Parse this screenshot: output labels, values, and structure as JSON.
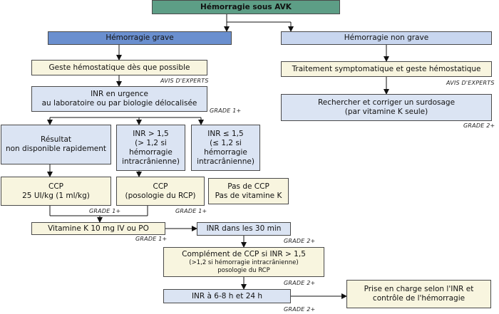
{
  "boxes": {
    "main": "Hémorragie sous AVK",
    "grave": "Hémorragie grave",
    "non_grave": "Hémorragie non grave",
    "geste": "Geste hémostatique dès que possible",
    "inr_urgence": [
      "INR en urgence",
      "au laboratoire ou par biologie délocalisée"
    ],
    "traitement": "Traitement symptomatique et geste hémostatique",
    "rechercher": [
      "Rechercher et corriger un surdosage",
      "(par vitamine K seule)"
    ],
    "resultat": [
      "Résultat",
      "non disponible rapidement"
    ],
    "inr_sup": [
      "INR > 1,5",
      "(> 1,2 si",
      "hémorragie",
      "intracrânienne)"
    ],
    "inr_inf": [
      "INR ≤ 1,5",
      "(≤ 1,2 si",
      "hémorragie",
      "intracrânienne)"
    ],
    "ccp1": [
      "CCP",
      "25 UI/kg (1 ml/kg)"
    ],
    "ccp2": [
      "CCP",
      "(posologie du RCP)"
    ],
    "pas_ccp": [
      "Pas de CCP",
      "Pas de vitamine K"
    ],
    "vitk": "Vitamine K 10 mg IV ou PO",
    "inr30": "INR dans les 30 min",
    "complement": [
      "Complément de CCP si INR > 1,5",
      "(>1,2 si hémorragie intracrânienne)",
      "posologie du RCP"
    ],
    "inr68": "INR à 6-8 h et 24 h",
    "prise": [
      "Prise en charge selon l'INR et",
      "contrôle de l'hémorragie"
    ]
  },
  "grades": {
    "avis1": "AVIS D'EXPERTS",
    "avis2": "AVIS D'EXPERTS",
    "g_inr": "GRADE 1+",
    "g_rech": "GRADE 2+",
    "g_ccp1": "GRADE 1+",
    "g_ccp2": "GRADE 1+",
    "g_vitk": "GRADE 1+",
    "g_inr30": "GRADE 2+",
    "g_comp": "GRADE 2+",
    "g_inr68": "GRADE 2+"
  },
  "colors": {
    "title_green": "#5d9e86",
    "branch_blue": "#6a8fcf",
    "light_blue": "#c8d6ef",
    "pale_blue": "#dbe4f3",
    "cream": "#f8f5df"
  }
}
